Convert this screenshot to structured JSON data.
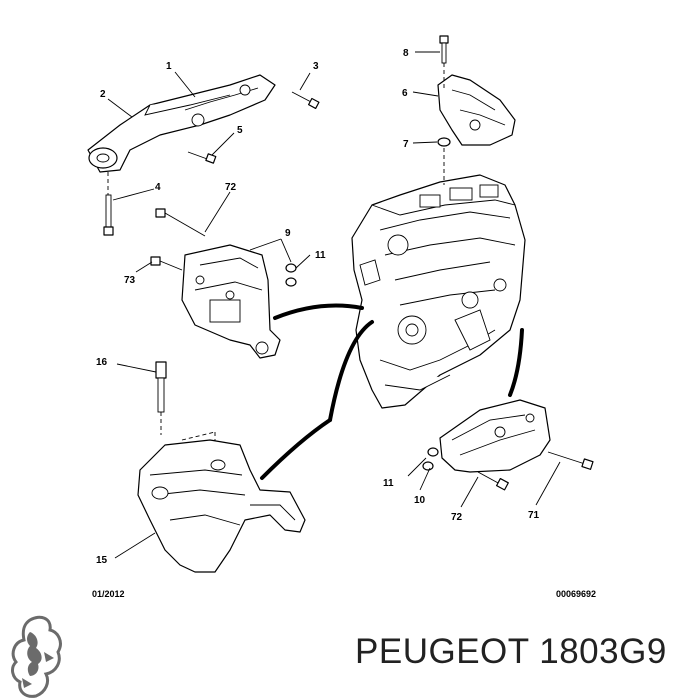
{
  "callouts": [
    {
      "id": "c1",
      "text": "1"
    },
    {
      "id": "c2",
      "text": "2"
    },
    {
      "id": "c3",
      "text": "3"
    },
    {
      "id": "c4",
      "text": "4"
    },
    {
      "id": "c5",
      "text": "5"
    },
    {
      "id": "c6",
      "text": "6"
    },
    {
      "id": "c7",
      "text": "7"
    },
    {
      "id": "c8",
      "text": "8"
    },
    {
      "id": "c9",
      "text": "9"
    },
    {
      "id": "c10",
      "text": "10"
    },
    {
      "id": "c11a",
      "text": "11"
    },
    {
      "id": "c11b",
      "text": "11"
    },
    {
      "id": "c15",
      "text": "15"
    },
    {
      "id": "c16",
      "text": "16"
    },
    {
      "id": "c71",
      "text": "71"
    },
    {
      "id": "c72a",
      "text": "72"
    },
    {
      "id": "c72b",
      "text": "72"
    },
    {
      "id": "c73",
      "text": "73"
    }
  ],
  "footer": {
    "date": "01/2012",
    "reference": "00069692"
  },
  "brand_caption": "PEUGEOT 1803G9",
  "logo": {
    "name": "peugeot-lion-logo"
  }
}
